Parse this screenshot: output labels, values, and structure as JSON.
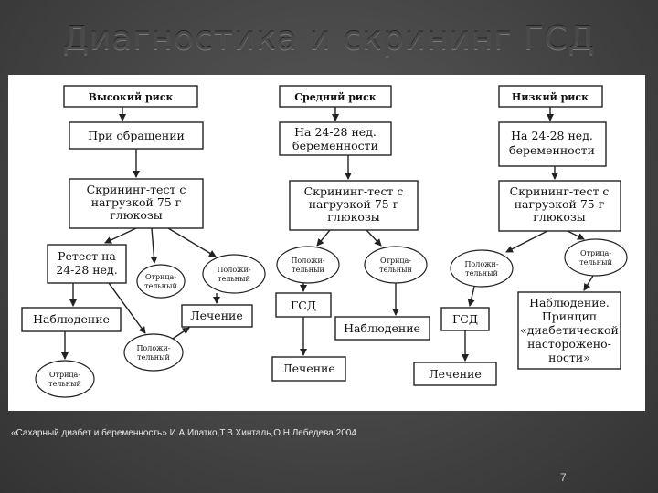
{
  "slide": {
    "title": "Диагностика и скрининг ГСД",
    "citation": "«Сахарный диабет и беременность» И.А.Ипатко,Т.В.Хинталь,О.Н.Лебедева 2004",
    "page_number": "7"
  },
  "diagram": {
    "high_risk": {
      "header": "Высокий риск",
      "timing": "При обращении",
      "test": [
        "Скрининг-тест с",
        "нагрузкой 75 г",
        "глюкозы"
      ],
      "retest": [
        "Ретест на",
        "24-28 нед."
      ],
      "negative": [
        "Отрица-",
        "тельный"
      ],
      "positive": [
        "Положи-",
        "тельный"
      ],
      "observation": "Наблюдение",
      "treatment": "Лечение",
      "retest_positive": [
        "Положи-",
        "тельный"
      ],
      "retest_negative": [
        "Отрица-",
        "тельный"
      ]
    },
    "medium_risk": {
      "header": "Средний риск",
      "timing": [
        "На 24-28 нед.",
        "беременности"
      ],
      "test": [
        "Скрининг-тест с",
        "нагрузкой 75 г",
        "глюкозы"
      ],
      "positive": [
        "Положи-",
        "тельный"
      ],
      "negative": [
        "Отрица-",
        "тельный"
      ],
      "gdm": "ГСД",
      "observation": "Наблюдение",
      "treatment": "Лечение"
    },
    "low_risk": {
      "header": "Низкий риск",
      "timing": [
        "На 24-28 нед.",
        "беременности"
      ],
      "test": [
        "Скрининг-тест с",
        "нагрузкой 75 г",
        "глюкозы"
      ],
      "positive": [
        "Положи-",
        "тельный"
      ],
      "negative": [
        "Отрица-",
        "тельный"
      ],
      "gdm": "ГСД",
      "observation": [
        "Наблюдение.",
        "Принцип",
        "«диабетической",
        "настороженo-",
        "ности»"
      ],
      "treatment": "Лечение"
    }
  }
}
